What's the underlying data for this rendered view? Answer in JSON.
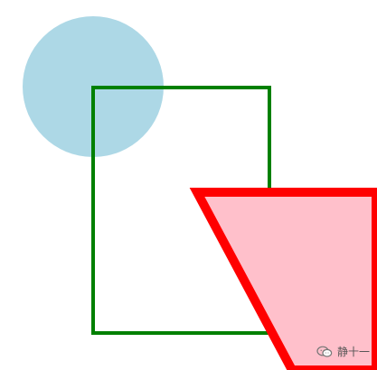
{
  "shapes": {
    "circle": {
      "fill": "#add8e6",
      "stroke": "none"
    },
    "rectangle": {
      "fill": "none",
      "stroke": "#008000"
    },
    "trapezoid": {
      "fill": "#ffc0cb",
      "stroke": "#ff0000"
    }
  },
  "watermark": {
    "icon": "wechat-icon",
    "text": "静十一"
  }
}
